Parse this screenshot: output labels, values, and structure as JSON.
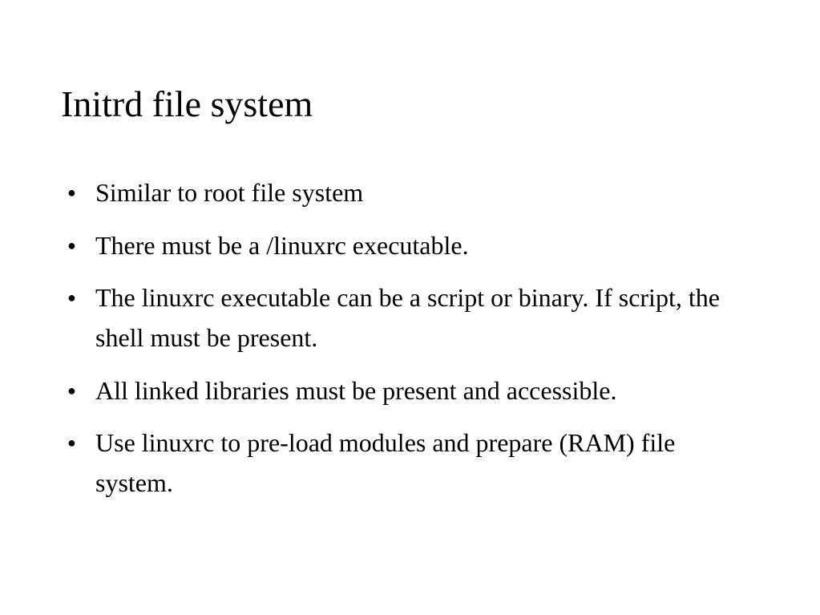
{
  "slide": {
    "title": "Initrd file system",
    "bullet_glyph": "●",
    "bullets": [
      "Similar to root file system",
      "There must be a /linuxrc executable.",
      "The linuxrc executable can be a script or binary. If script, the shell must be present.",
      "All linked libraries must be present and accessible.",
      "Use linuxrc to pre-load modules and prepare (RAM) file system."
    ]
  },
  "colors": {
    "background": "#ffffff",
    "text": "#000000"
  }
}
